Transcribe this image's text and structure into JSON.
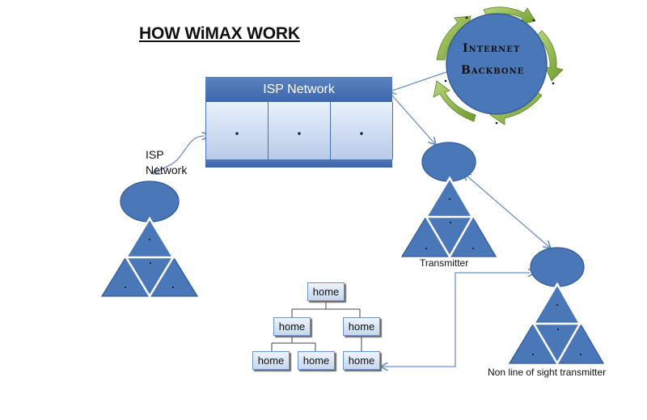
{
  "title": "HOW WiMAX WORK",
  "isp_network_box": {
    "header": "ISP Network",
    "cells": [
      ".",
      ".",
      "."
    ]
  },
  "internet_backbone": {
    "line1": "Internet",
    "line2": "Backbone"
  },
  "labels": {
    "isp_network_side_line1": "ISP",
    "isp_network_side_line2": "Network",
    "transmitter": "Transmitter",
    "non_line_of_sight": "Non line of sight transmitter"
  },
  "home_tree": {
    "level1": [
      "home"
    ],
    "level2": [
      "home",
      "home"
    ],
    "level3": [
      "home",
      "home",
      "home"
    ]
  },
  "colors": {
    "node_fill": "#4a77b8",
    "node_stroke": "#365e99",
    "arrow": "#6f90c4",
    "backbone_arrow": "#8fb34a",
    "header_blue": "#3d67aa"
  }
}
